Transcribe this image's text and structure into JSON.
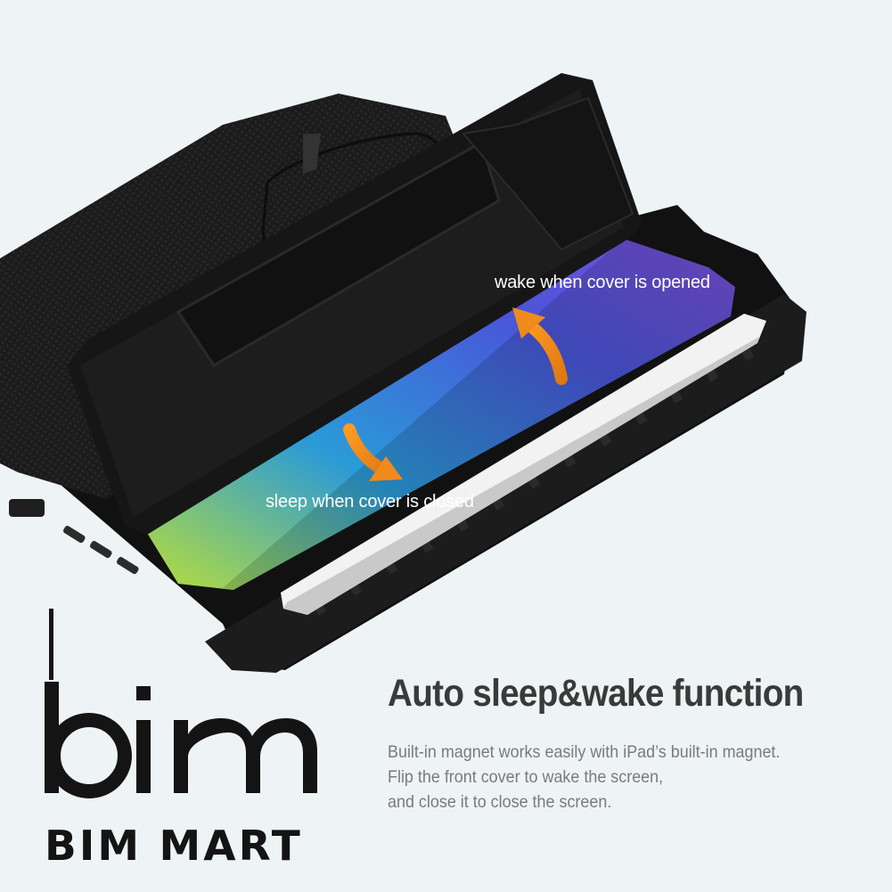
{
  "callouts": {
    "wake": "wake when cover is opened",
    "sleep": "sleep when cover is closed"
  },
  "feature": {
    "headline": "Auto sleep&wake function",
    "lines": [
      "Built-in magnet works easily with iPad’s built-in magnet.",
      "Flip the front cover to wake the screen,",
      "and close it to close the screen."
    ]
  },
  "brand": {
    "logo_mark": "bim",
    "wordmark": "BIM MART"
  },
  "colors": {
    "background": "#eef3f5",
    "case": "#141414",
    "arrow": "#f08a1c",
    "headline": "#3a3a3a",
    "body_text": "#7a7a7a"
  }
}
